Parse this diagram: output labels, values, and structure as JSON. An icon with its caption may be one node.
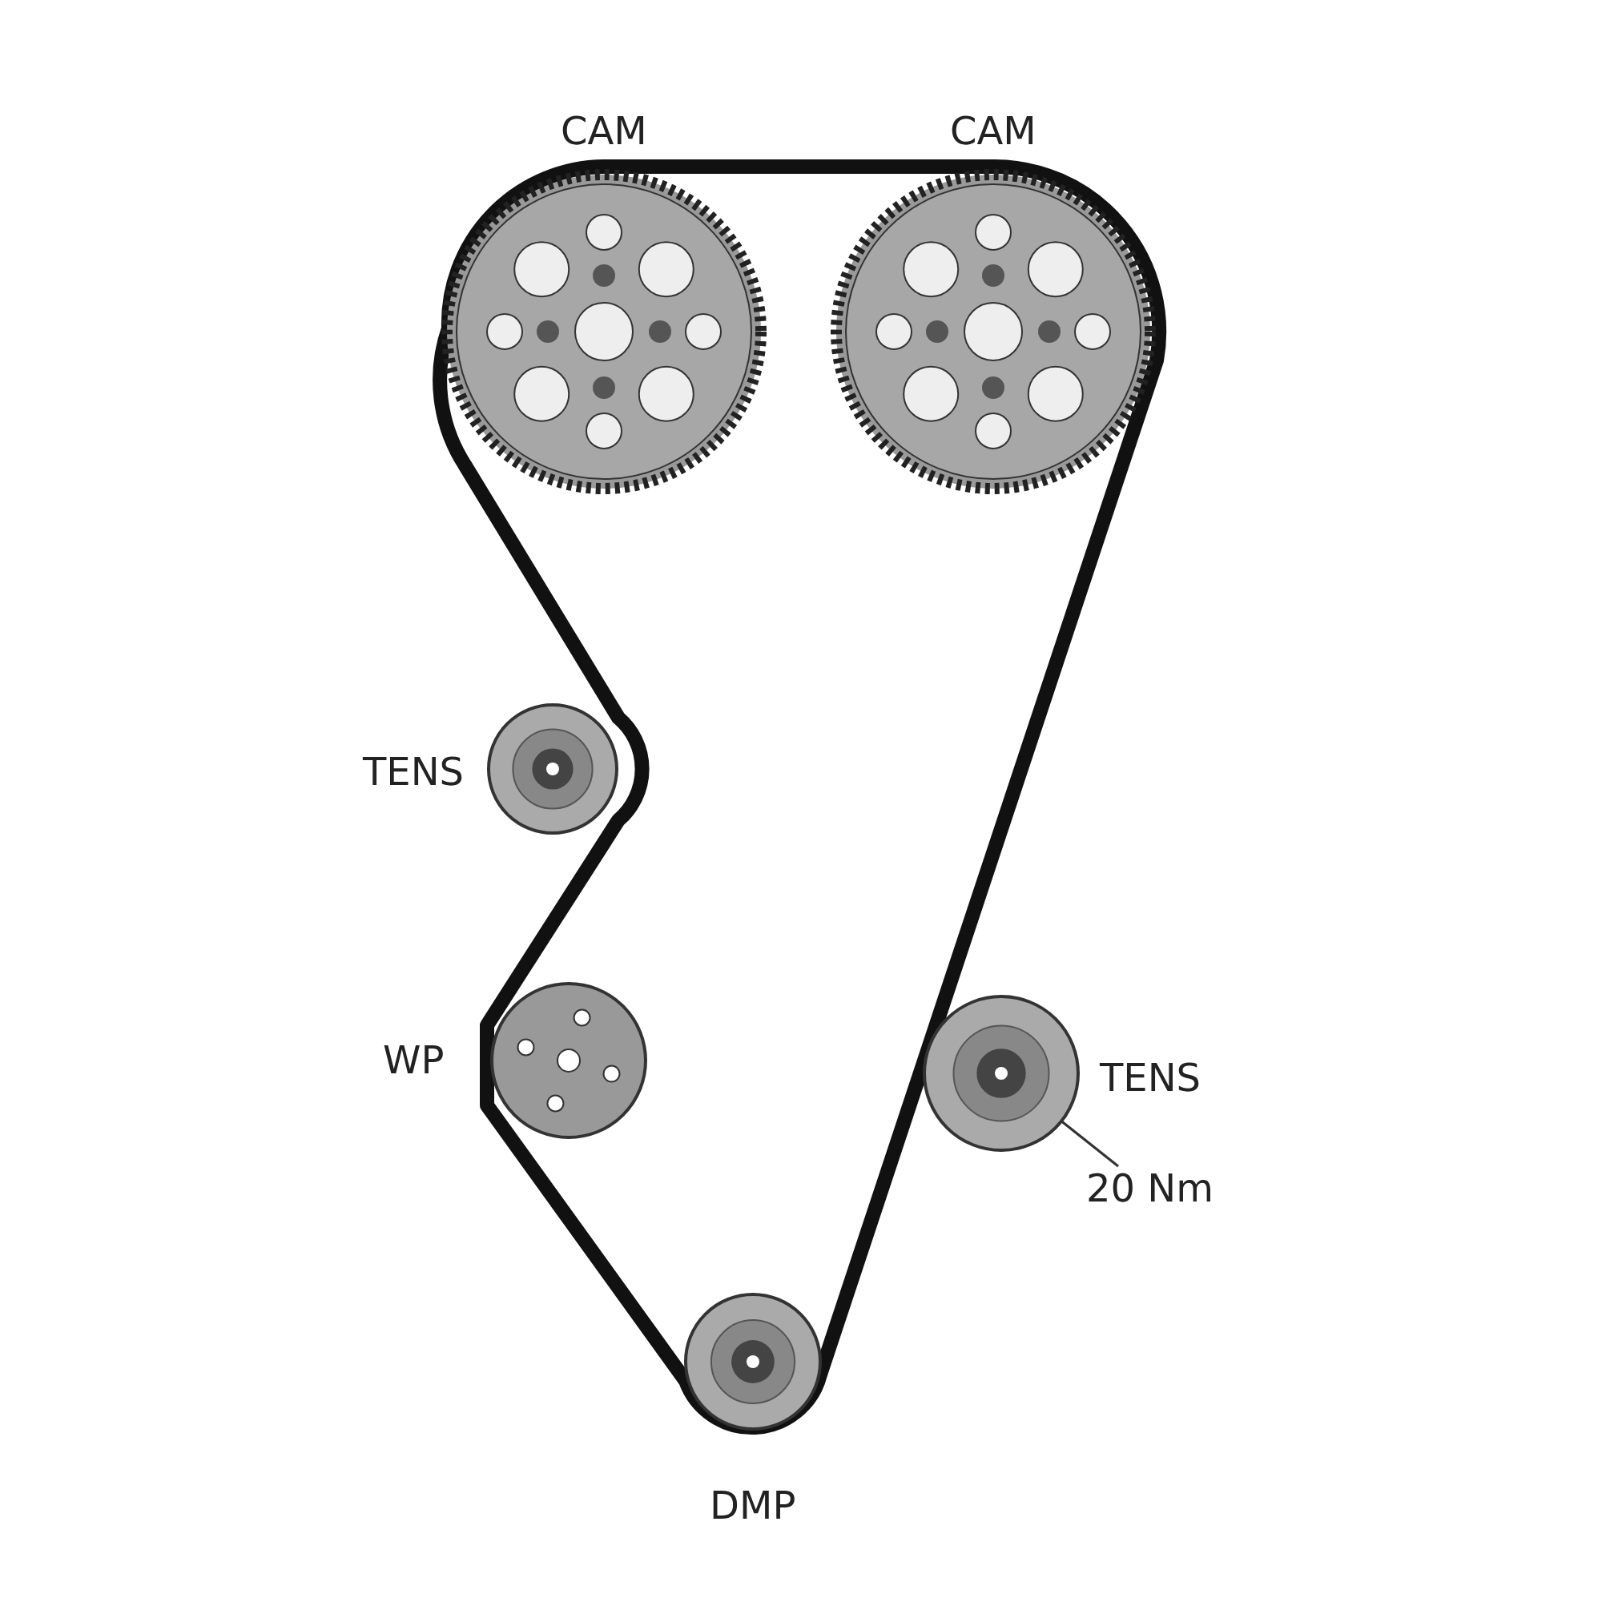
{
  "diagram": {
    "nodes": [
      {
        "text": [
          "CAM"
        ]
      },
      {
        "text": [
          "CAM"
        ]
      },
      {
        "text": [
          "TENS"
        ]
      },
      {
        "text": [
          "WP"
        ]
      },
      {
        "text": [
          "TENS"
        ]
      },
      {
        "text": [
          "20 Nm"
        ]
      },
      {
        "text": [
          "DMP"
        ]
      }
    ],
    "edges": [
      {
        "from": 5,
        "to": 4,
        "arrow": "none"
      }
    ]
  }
}
